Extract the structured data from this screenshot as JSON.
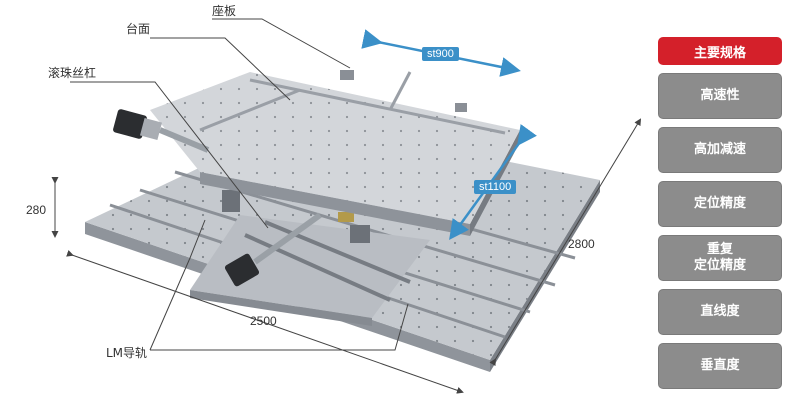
{
  "labels": {
    "base_plate": "座板",
    "table": "台面",
    "ball_screw": "滚珠丝杠",
    "lm_guide": "LM导轨"
  },
  "dimensions": {
    "height": "280",
    "width": "2500",
    "depth": "2800"
  },
  "strokes": {
    "upper": "st900",
    "lower": "st1100"
  },
  "specs": {
    "header": "主要规格",
    "items": [
      "高速性",
      "高加减速",
      "定位精度",
      "重复\n定位精度",
      "直线度",
      "垂直度"
    ]
  },
  "colors": {
    "accent_red": "#d4202a",
    "stroke_blue": "#3b90c8",
    "button_gray": "#8c8c8c"
  }
}
